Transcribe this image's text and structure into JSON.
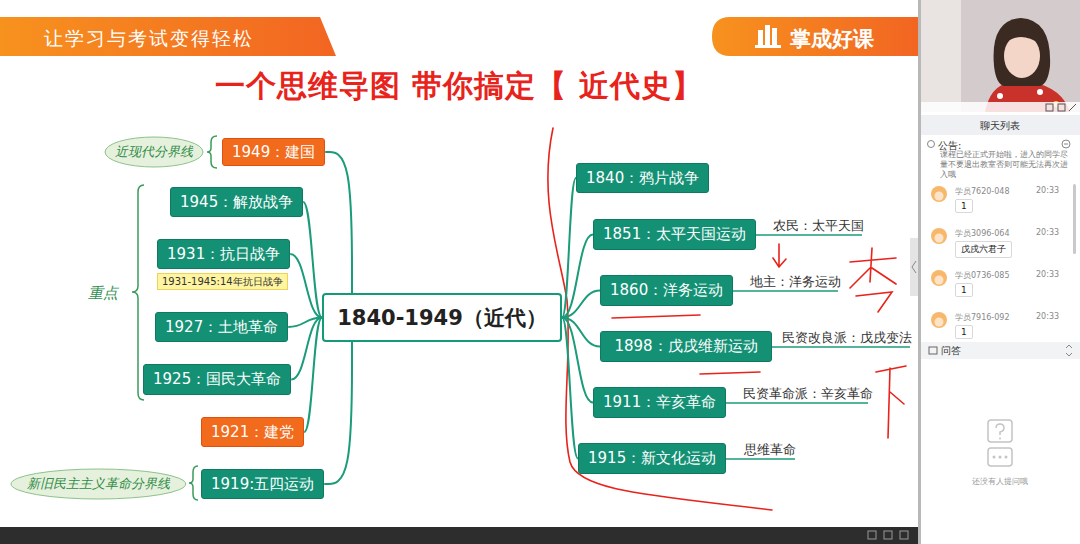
{
  "diagram": {
    "title": "一个思维导图 带你搞定【 近代史】",
    "nodes": [
      {
        "text": [
          "近现代分界线"
        ]
      },
      {
        "text": [
          "1949：建国"
        ]
      },
      {
        "text": [
          "1945：解放战争"
        ]
      },
      {
        "text": [
          "1931：抗日战争"
        ]
      },
      {
        "text": [
          "1931-1945:14年抗日战争"
        ]
      },
      {
        "text": [
          "1927：土地革命"
        ]
      },
      {
        "text": [
          "1925：国民大革命"
        ]
      },
      {
        "text": [
          "1921：建党"
        ]
      },
      {
        "text": [
          "新旧民主主义革命分界线"
        ]
      },
      {
        "text": [
          "1919:五四运动"
        ]
      },
      {
        "text": [
          "1840-1949（近代）"
        ]
      },
      {
        "text": [
          "1840：鸦片战争"
        ]
      },
      {
        "text": [
          "1851：太平天国运动"
        ]
      },
      {
        "text": [
          "1860：洋务运动"
        ]
      },
      {
        "text": [
          "1898：戊戌维新运动"
        ]
      },
      {
        "text": [
          "1911：辛亥革命"
        ]
      },
      {
        "text": [
          "1915：新文化运动"
        ]
      }
    ],
    "edges": [
      {
        "from": 10,
        "to": 1,
        "arrow": "none"
      },
      {
        "from": 10,
        "to": 2,
        "arrow": "none"
      },
      {
        "from": 10,
        "to": 3,
        "arrow": "none"
      },
      {
        "from": 10,
        "to": 5,
        "arrow": "none"
      },
      {
        "from": 10,
        "to": 6,
        "arrow": "none"
      },
      {
        "from": 10,
        "to": 7,
        "arrow": "none"
      },
      {
        "from": 10,
        "to": 9,
        "arrow": "none"
      },
      {
        "from": 10,
        "to": 11,
        "arrow": "none"
      },
      {
        "from": 10,
        "to": 12,
        "arrow": "none"
      },
      {
        "from": 10,
        "to": 13,
        "arrow": "none"
      },
      {
        "from": 10,
        "to": 14,
        "arrow": "none"
      },
      {
        "from": 10,
        "to": 15,
        "arrow": "none"
      },
      {
        "from": 10,
        "to": 16,
        "arrow": "none"
      }
    ],
    "labels": [
      "让学习与考试变得轻松",
      "掌成好课",
      "重点",
      "农民：太平天国",
      "地主：洋务运动",
      "民资改良派：戊戌变法",
      "民资革命派：辛亥革命",
      "思维革命",
      "聊天列表",
      "公告:",
      "课程已经正式开始啦，进入的同学尽量不要退出教室否则可能无法再次进入哦",
      "学员7620-048",
      "20:33",
      "1",
      "学员3096-064",
      "20:33",
      "戊戌六君子",
      "学员0736-085",
      "20:33",
      "1",
      "学员7916-092",
      "20:33",
      "1",
      "问答",
      "还没有人提问哦"
    ]
  }
}
